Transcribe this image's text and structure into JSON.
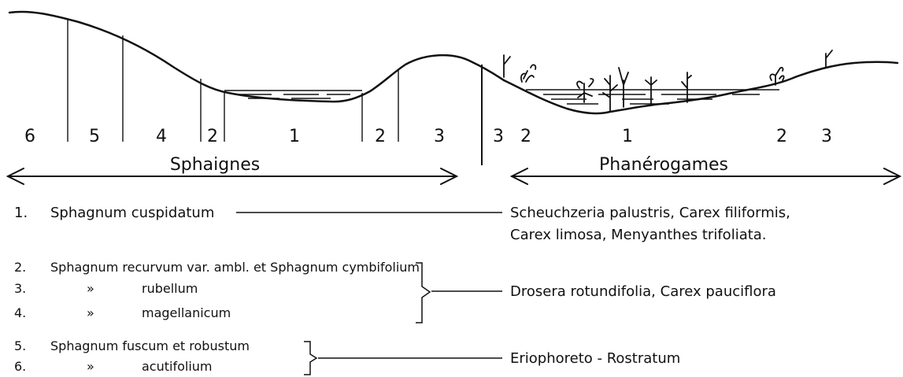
{
  "profile": {
    "zones_left": [
      "6",
      "5",
      "4",
      "2",
      "1",
      "2",
      "3"
    ],
    "zones_right": [
      "3",
      "2",
      "1",
      "2",
      "3"
    ],
    "group_left": "Sphaignes",
    "group_right": "Phanérogames"
  },
  "legend": {
    "rows": [
      {
        "num": "1.",
        "text": "Sphagnum cuspidatum"
      },
      {
        "num": "2.",
        "text": "Sphagnum recurvum var. ambl. et Sphagnum cymbifolium"
      },
      {
        "num": "3.",
        "ditto": "»",
        "text": "rubellum"
      },
      {
        "num": "4.",
        "ditto": "»",
        "text": "magellanicum"
      },
      {
        "num": "5.",
        "text": "Sphagnum fuscum et robustum"
      },
      {
        "num": "6.",
        "ditto": "»",
        "text": "acutifolium"
      }
    ],
    "right": [
      "Scheuchzeria palustris, Carex filiformis,",
      "Carex limosa,  Menyanthes trifoliata.",
      "Drosera rotundifolia, Carex pauciflora",
      "Eriophoreto - Rostratum"
    ]
  }
}
